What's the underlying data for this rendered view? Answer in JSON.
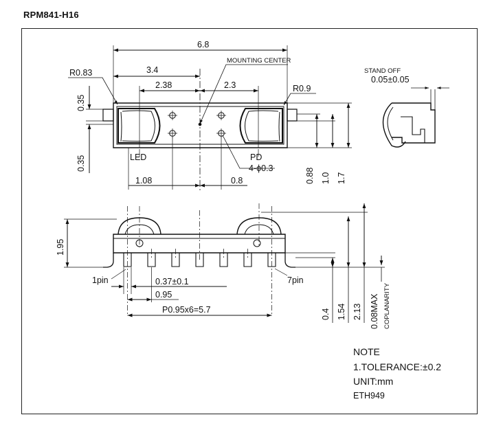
{
  "title": "RPM841-H16",
  "top_view": {
    "overall_width": "6.8",
    "left_half": "3.4",
    "lens_spacing_left": "2.38",
    "lens_spacing_right": "2.3",
    "mounting_center_label": "MOUNTING CENTER",
    "left_radius": "R0.83",
    "right_radius": "R0.9",
    "upper_height": "0.35",
    "lower_height": "0.35",
    "led_label": "LED",
    "pd_label": "PD",
    "hole_callout": "4-ϕ0.3",
    "led_offset": "1.08",
    "pd_offset": "0.8",
    "height_088": "0.88",
    "height_10": "1.0",
    "height_17": "1.7"
  },
  "side_view": {
    "stand_off_label": "STAND OFF",
    "stand_off_value": "0.05±0.05"
  },
  "front_view": {
    "height": "1.95",
    "pin1_label": "1pin",
    "pin7_label": "7pin",
    "pin_width": "0.37±0.1",
    "pin_pitch": "0.95",
    "pitch_total": "P0.95x6=5.7",
    "dim_04": "0.4",
    "dim_154": "1.54",
    "dim_213": "2.13",
    "coplanarity_value": "0.08MAX",
    "coplanarity_label": "COPLANARITY"
  },
  "notes": {
    "heading": "NOTE",
    "tolerance": "1.TOLERANCE:±0.2",
    "unit": "UNIT:mm",
    "code": "ETH949"
  }
}
